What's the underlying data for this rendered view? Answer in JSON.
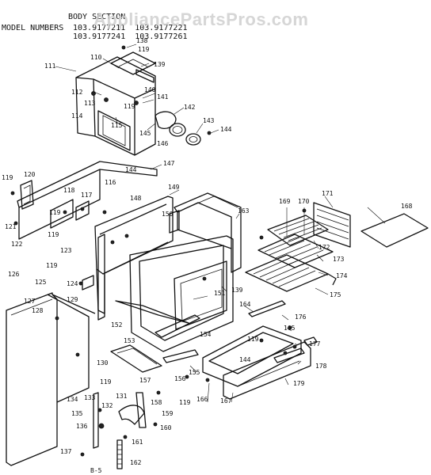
{
  "header": {
    "title": "BODY SECTION",
    "model_label": "MODEL NUMBERS",
    "model_line1": "103.9177211  103.9177221",
    "model_line2": "103.9177241  103.9177261"
  },
  "watermark": "AppliancePartsPros.com",
  "page_number": "B-5",
  "callouts": [
    {
      "id": "c111",
      "label": "111"
    },
    {
      "id": "c110",
      "label": "110"
    },
    {
      "id": "c138",
      "label": "138"
    },
    {
      "id": "c119a",
      "label": "119"
    },
    {
      "id": "c139a",
      "label": "139"
    },
    {
      "id": "c112",
      "label": "112"
    },
    {
      "id": "c140",
      "label": "140"
    },
    {
      "id": "c113",
      "label": "113"
    },
    {
      "id": "c119b",
      "label": "119"
    },
    {
      "id": "c141",
      "label": "141"
    },
    {
      "id": "c114",
      "label": "114"
    },
    {
      "id": "c115",
      "label": "115"
    },
    {
      "id": "c142",
      "label": "142"
    },
    {
      "id": "c145",
      "label": "145"
    },
    {
      "id": "c143",
      "label": "143"
    },
    {
      "id": "c144a",
      "label": "144"
    },
    {
      "id": "c146",
      "label": "146"
    },
    {
      "id": "c147",
      "label": "147"
    },
    {
      "id": "c144b",
      "label": "144"
    },
    {
      "id": "c119c",
      "label": "119"
    },
    {
      "id": "c120",
      "label": "120"
    },
    {
      "id": "c116",
      "label": "116"
    },
    {
      "id": "c149",
      "label": "149"
    },
    {
      "id": "c118",
      "label": "118"
    },
    {
      "id": "c117",
      "label": "117"
    },
    {
      "id": "c148",
      "label": "148"
    },
    {
      "id": "c119d",
      "label": "119"
    },
    {
      "id": "c121",
      "label": "121"
    },
    {
      "id": "c150",
      "label": "150"
    },
    {
      "id": "c163",
      "label": "163"
    },
    {
      "id": "c169",
      "label": "169"
    },
    {
      "id": "c170",
      "label": "170"
    },
    {
      "id": "c171",
      "label": "171"
    },
    {
      "id": "c168",
      "label": "168"
    },
    {
      "id": "c119e",
      "label": "119"
    },
    {
      "id": "c122",
      "label": "122"
    },
    {
      "id": "c123",
      "label": "123"
    },
    {
      "id": "c172",
      "label": "172"
    },
    {
      "id": "c173",
      "label": "173"
    },
    {
      "id": "c119f",
      "label": "119"
    },
    {
      "id": "c174",
      "label": "174"
    },
    {
      "id": "c126",
      "label": "126"
    },
    {
      "id": "c125",
      "label": "125"
    },
    {
      "id": "c124",
      "label": "124"
    },
    {
      "id": "c151",
      "label": "151"
    },
    {
      "id": "c139b",
      "label": "139"
    },
    {
      "id": "c175",
      "label": "175"
    },
    {
      "id": "c127",
      "label": "127"
    },
    {
      "id": "c129",
      "label": "129"
    },
    {
      "id": "c128",
      "label": "128"
    },
    {
      "id": "c164",
      "label": "164"
    },
    {
      "id": "c176",
      "label": "176"
    },
    {
      "id": "c152",
      "label": "152"
    },
    {
      "id": "c165",
      "label": "165"
    },
    {
      "id": "c154",
      "label": "154"
    },
    {
      "id": "c153",
      "label": "153"
    },
    {
      "id": "c119g",
      "label": "119"
    },
    {
      "id": "c177",
      "label": "177"
    },
    {
      "id": "c130",
      "label": "130"
    },
    {
      "id": "c144c",
      "label": "144"
    },
    {
      "id": "c178",
      "label": "178"
    },
    {
      "id": "c155",
      "label": "155"
    },
    {
      "id": "c119h",
      "label": "119"
    },
    {
      "id": "c157",
      "label": "157"
    },
    {
      "id": "c156",
      "label": "156"
    },
    {
      "id": "c179",
      "label": "179"
    },
    {
      "id": "c134",
      "label": "134"
    },
    {
      "id": "c133",
      "label": "133"
    },
    {
      "id": "c131",
      "label": "131"
    },
    {
      "id": "c166",
      "label": "166"
    },
    {
      "id": "c167",
      "label": "167"
    },
    {
      "id": "c119i",
      "label": "119"
    },
    {
      "id": "c132",
      "label": "132"
    },
    {
      "id": "c158",
      "label": "158"
    },
    {
      "id": "c135",
      "label": "135"
    },
    {
      "id": "c159",
      "label": "159"
    },
    {
      "id": "c136",
      "label": "136"
    },
    {
      "id": "c160",
      "label": "160"
    },
    {
      "id": "c161",
      "label": "161"
    },
    {
      "id": "c137",
      "label": "137"
    },
    {
      "id": "c162",
      "label": "162"
    }
  ]
}
